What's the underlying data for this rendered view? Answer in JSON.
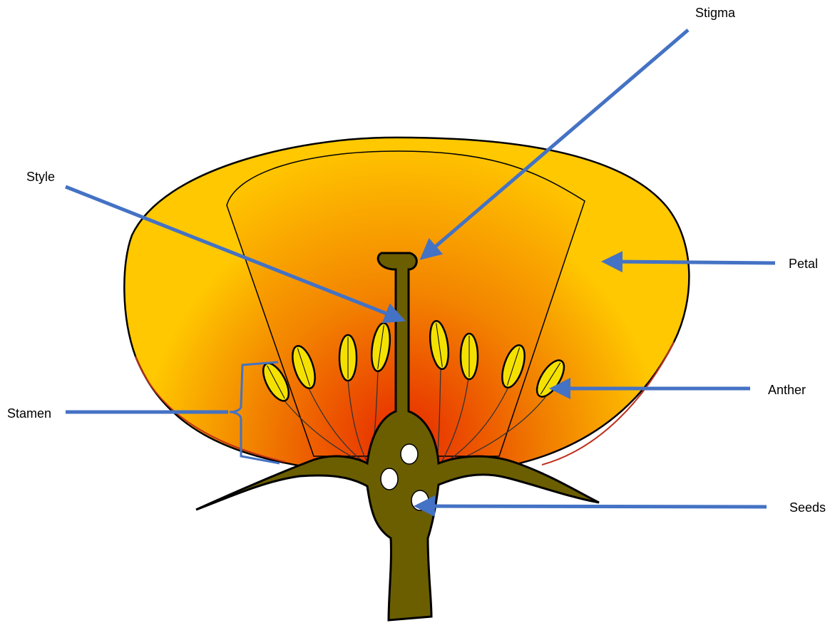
{
  "labels": {
    "stigma": "Stigma",
    "style": "Style",
    "petal": "Petal",
    "anther": "Anther",
    "stamen": "Stamen",
    "seeds": "Seeds"
  },
  "colors": {
    "arrow": "#4472C4",
    "petal_outer": "#FFC800",
    "petal_inner": "#E62800",
    "stem": "#6B5E00",
    "anther": "#F5E100",
    "outline": "#000000",
    "seed": "#FFFFFF"
  }
}
